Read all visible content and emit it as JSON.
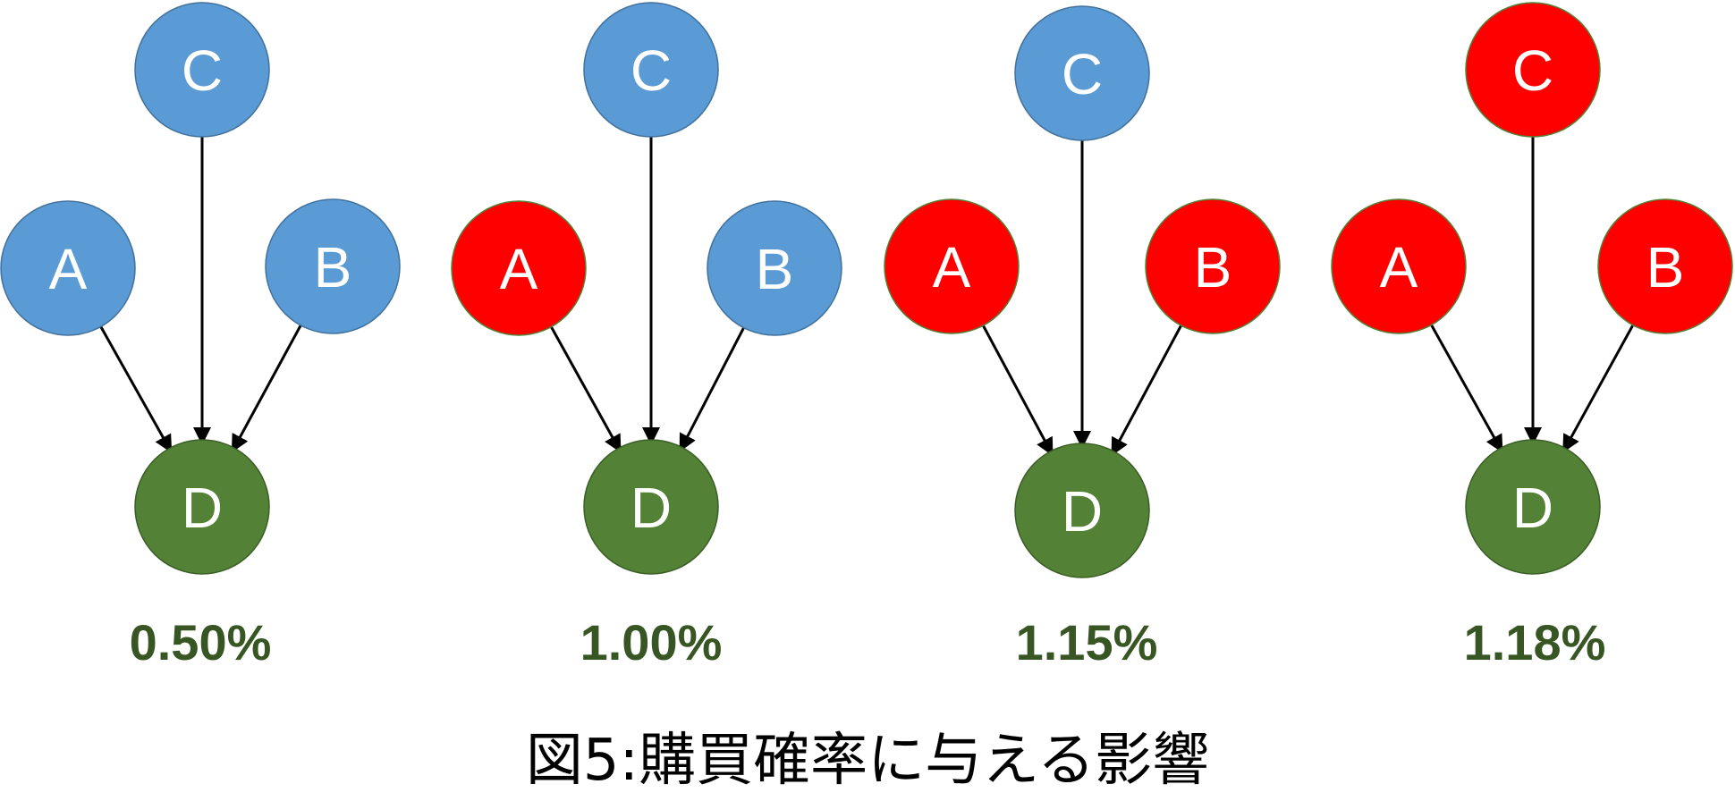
{
  "colors": {
    "inactive": "#5B9BD5",
    "active": "#FF0000",
    "target": "#538135",
    "percentage_text": "#375623",
    "edge": "#000000"
  },
  "diagrams": [
    {
      "nodes": {
        "C": {
          "label": "C",
          "state": "inactive"
        },
        "A": {
          "label": "A",
          "state": "inactive"
        },
        "B": {
          "label": "B",
          "state": "inactive"
        },
        "D": {
          "label": "D",
          "state": "target"
        }
      },
      "edges": [
        [
          "A",
          "D"
        ],
        [
          "C",
          "D"
        ],
        [
          "B",
          "D"
        ]
      ],
      "percentage": "0.50%"
    },
    {
      "nodes": {
        "C": {
          "label": "C",
          "state": "inactive"
        },
        "A": {
          "label": "A",
          "state": "active"
        },
        "B": {
          "label": "B",
          "state": "inactive"
        },
        "D": {
          "label": "D",
          "state": "target"
        }
      },
      "edges": [
        [
          "A",
          "D"
        ],
        [
          "C",
          "D"
        ],
        [
          "B",
          "D"
        ]
      ],
      "percentage": "1.00%"
    },
    {
      "nodes": {
        "C": {
          "label": "C",
          "state": "inactive"
        },
        "A": {
          "label": "A",
          "state": "active"
        },
        "B": {
          "label": "B",
          "state": "active"
        },
        "D": {
          "label": "D",
          "state": "target"
        }
      },
      "edges": [
        [
          "A",
          "D"
        ],
        [
          "C",
          "D"
        ],
        [
          "B",
          "D"
        ]
      ],
      "percentage": "1.15%"
    },
    {
      "nodes": {
        "C": {
          "label": "C",
          "state": "active"
        },
        "A": {
          "label": "A",
          "state": "active"
        },
        "B": {
          "label": "B",
          "state": "active"
        },
        "D": {
          "label": "D",
          "state": "target"
        }
      },
      "edges": [
        [
          "A",
          "D"
        ],
        [
          "C",
          "D"
        ],
        [
          "B",
          "D"
        ]
      ],
      "percentage": "1.18%"
    }
  ],
  "caption": "図5:購買確率に与える影響"
}
